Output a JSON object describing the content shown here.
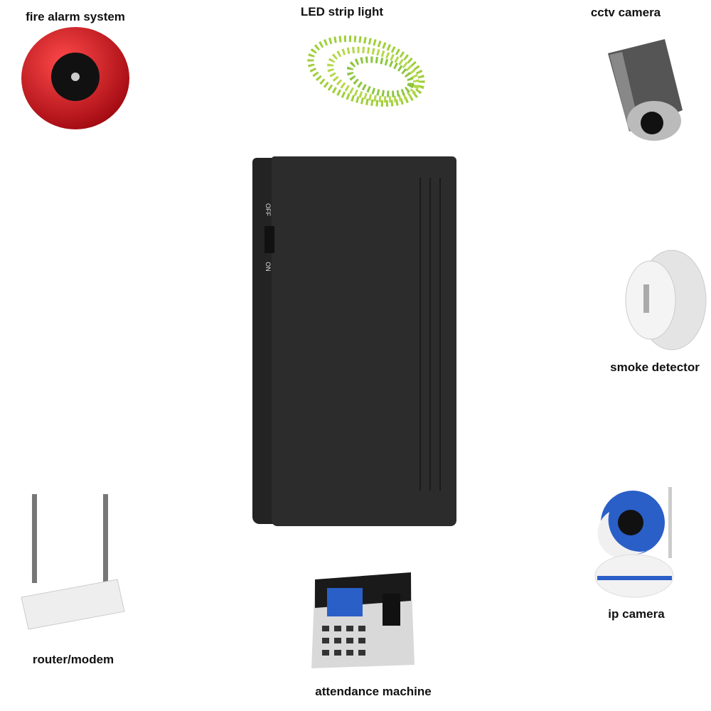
{
  "labels": {
    "fire_alarm": "fire alarm system",
    "led_strip": "LED strip light",
    "cctv": "cctv camera",
    "smoke": "smoke detector",
    "router": "router/modem",
    "attendance": "attendance machine",
    "ip_camera": "ip camera"
  },
  "device": {
    "switch_off": "OFF",
    "switch_on": "ON",
    "color": "#2a2a2a"
  },
  "colors": {
    "alarm_red": "#d8141c",
    "led_green": "#9fcf3a",
    "ip_camera_blue": "#2a5fc7"
  }
}
